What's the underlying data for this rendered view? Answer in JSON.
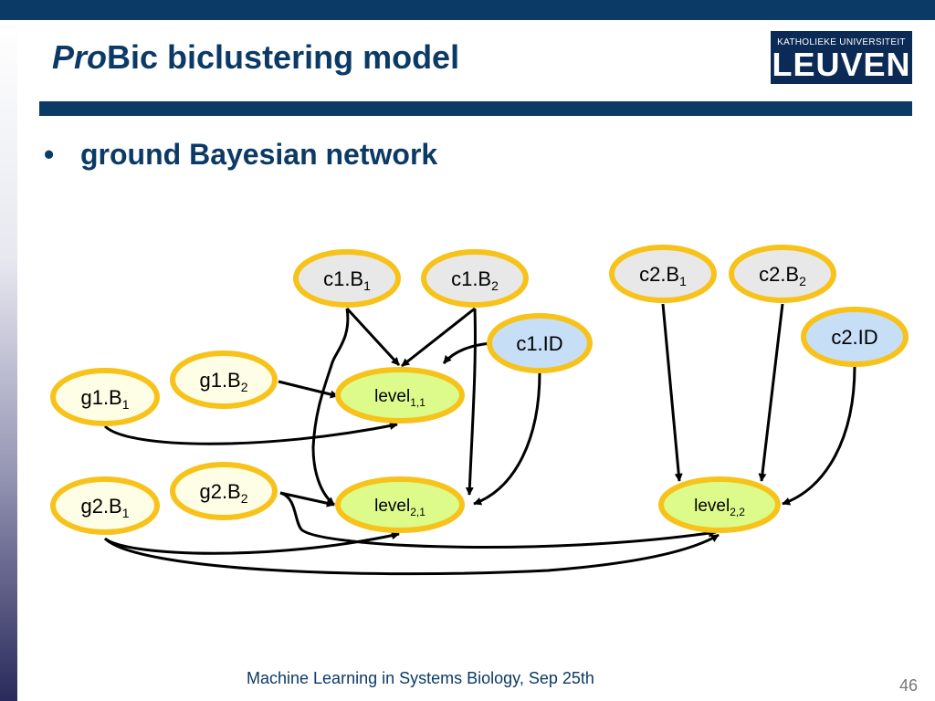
{
  "slide": {
    "title_italic": "Pro",
    "title_rest": "Bic biclustering model",
    "logo_line1": "KATHOLIEKE UNIVERSITEIT",
    "logo_line2": "LEUVEN",
    "bullet": "ground Bayesian network",
    "footer": "Machine Learning in Systems Biology, Sep 25th",
    "page_number": "46"
  },
  "colors": {
    "header_blue": "#0b3a66",
    "node_outline": "#f7c21a",
    "gray_fill": "#e8e8e8",
    "blue_fill": "#c6dff6",
    "yellow_fill": "#fefee6",
    "green_fill": "#ddfb8a"
  },
  "nodes": {
    "c1B1": {
      "base": "c1.B",
      "sub": "1"
    },
    "c1B2": {
      "base": "c1.B",
      "sub": "2"
    },
    "c2B1": {
      "base": "c2.B",
      "sub": "1"
    },
    "c2B2": {
      "base": "c2.B",
      "sub": "2"
    },
    "c1ID": {
      "base": "c1.ID",
      "sub": ""
    },
    "c2ID": {
      "base": "c2.ID",
      "sub": ""
    },
    "g1B1": {
      "base": "g1.B",
      "sub": "1"
    },
    "g1B2": {
      "base": "g1.B",
      "sub": "2"
    },
    "g2B1": {
      "base": "g2.B",
      "sub": "1"
    },
    "g2B2": {
      "base": "g2.B",
      "sub": "2"
    },
    "level11": {
      "base": "level",
      "sub": "1,1"
    },
    "level21": {
      "base": "level",
      "sub": "2,1"
    },
    "level22": {
      "base": "level",
      "sub": "2,2"
    }
  },
  "edges": [
    [
      "c1B1",
      "level11"
    ],
    [
      "c1B1",
      "level21"
    ],
    [
      "c1B2",
      "level11"
    ],
    [
      "c1B2",
      "level21"
    ],
    [
      "c1ID",
      "level11"
    ],
    [
      "c1ID",
      "level21"
    ],
    [
      "g1B2",
      "level11"
    ],
    [
      "g1B1",
      "level11"
    ],
    [
      "g2B2",
      "level21"
    ],
    [
      "g2B2",
      "level22"
    ],
    [
      "g2B1",
      "level21"
    ],
    [
      "g2B1",
      "level22"
    ],
    [
      "c2B1",
      "level22"
    ],
    [
      "c2B2",
      "level22"
    ],
    [
      "c2ID",
      "level22"
    ]
  ]
}
